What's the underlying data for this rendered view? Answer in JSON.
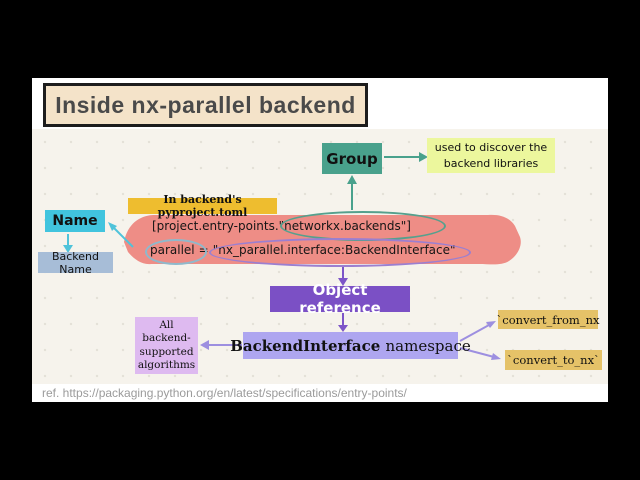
{
  "slide": {
    "title": "Inside nx-parallel backend",
    "reference": "ref. https://packaging.python.org/en/latest/specifications/entry-points/"
  },
  "nodes": {
    "group": {
      "label": "Group"
    },
    "group_note": {
      "text": "used to discover the backend libraries"
    },
    "name": {
      "label": "Name"
    },
    "backend_name": {
      "label": "Backend Name"
    },
    "pyproject_label": {
      "text": "In backend's pyproject.toml"
    },
    "toml_code": {
      "line1": "[project.entry-points.\"networkx.backends\"]",
      "entry_key": "parallel",
      "equals": "=",
      "entry_value": "\"nx_parallel.interface:BackendInterface\""
    },
    "object_reference": {
      "label": "Object reference"
    },
    "backend_interface": {
      "bold": "BackendInterface",
      "suffix": "namespace"
    },
    "algorithms": {
      "text": "All backend-supported algorithms"
    },
    "convert_from": {
      "label": "`convert_from_nx"
    },
    "convert_to": {
      "label": "`convert_to_nx`"
    }
  },
  "colors": {
    "letterbox": "#000000",
    "slide_bg": "#ffffff",
    "diagram_bg": "#f6f3ec",
    "title_bg": "#f4e3c9",
    "teal": "#49a18c",
    "yellow_note": "#ecf79d",
    "cyan": "#41c4de",
    "steel_blue": "#a7bdd7",
    "gold_label": "#eebd2f",
    "salmon_blob": "#ee8d86",
    "purple_dark": "#7b50c5",
    "purple_light": "#aea6f0",
    "orchid": "#debaf0",
    "gold_box": "#e5c268",
    "lavender_arrow": "#9d8fe0"
  }
}
